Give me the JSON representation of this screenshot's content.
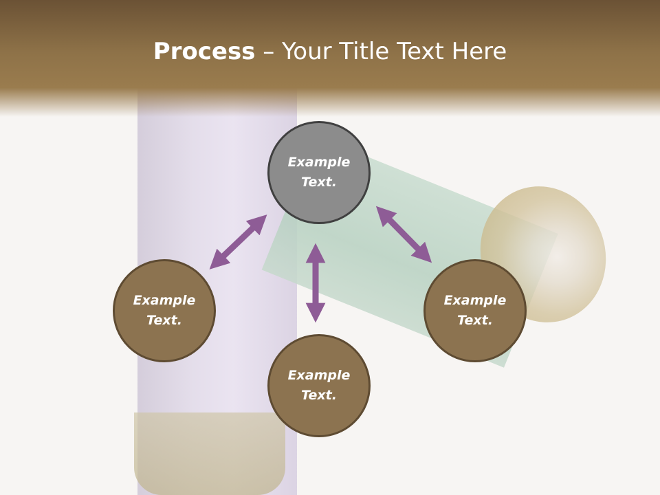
{
  "slide": {
    "title_bold": "Process",
    "title_rest": " – Your Title Text Here"
  },
  "nodes": {
    "top": "Example Text.",
    "left": "Example Text.",
    "bottom": "Example Text.",
    "right": "Example Text."
  },
  "colors": {
    "title_bar": "#8e7248",
    "node_gray": "#8c8c8c",
    "node_brown": "#8c7350",
    "arrow": "#8e5c96"
  }
}
